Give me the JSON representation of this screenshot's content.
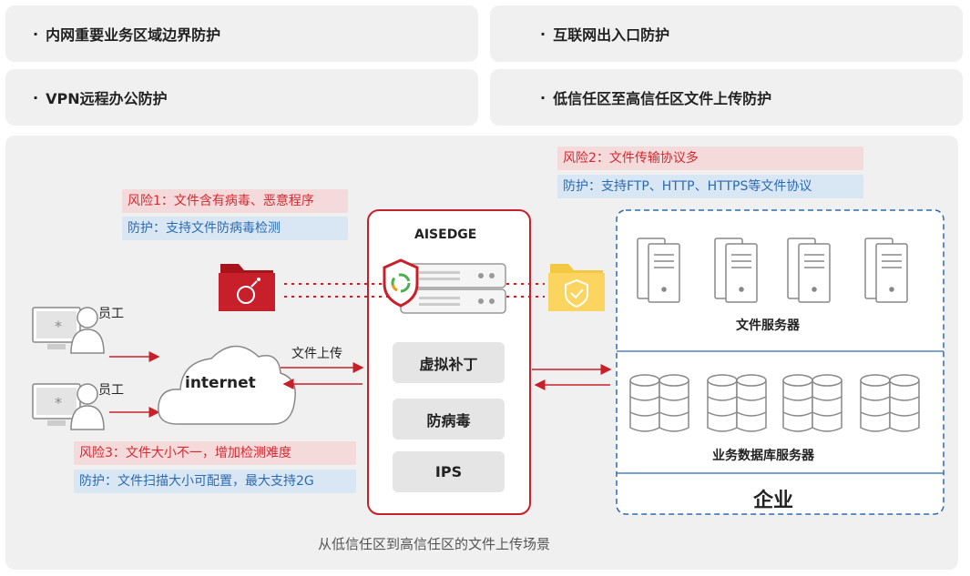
{
  "scenarios": [
    "内网重要业务区域边界防护",
    "互联网出入口防护",
    "VPN远程办公防护",
    "低信任区至高信任区文件上传防护"
  ],
  "bullet": "·",
  "risks": {
    "risk1": "风险1：文件含有病毒、恶意程序",
    "protect1": "防护：支持文件防病毒检测",
    "risk2": "风险2：文件传输协议多",
    "protect2": "防护：支持FTP、HTTP、HTTPS等文件协议",
    "risk3": "风险3：文件大小不一，增加检测难度",
    "protect3": "防护：文件扫描大小可配置，最大支持2G"
  },
  "employee_label": "员工",
  "internet_label": "internet",
  "upload_label": "文件上传",
  "device": {
    "title": "AISEDGE",
    "modules": [
      "虚拟补丁",
      "防病毒",
      "IPS"
    ]
  },
  "enterprise": {
    "file_servers": "文件服务器",
    "db_servers": "业务数据库服务器",
    "name": "企业"
  },
  "caption": "从低信任区到高信任区的文件上传场景",
  "colors": {
    "accent": "#c8202a",
    "blue": "#2a6bb3",
    "bg": "#f0f0f0"
  }
}
